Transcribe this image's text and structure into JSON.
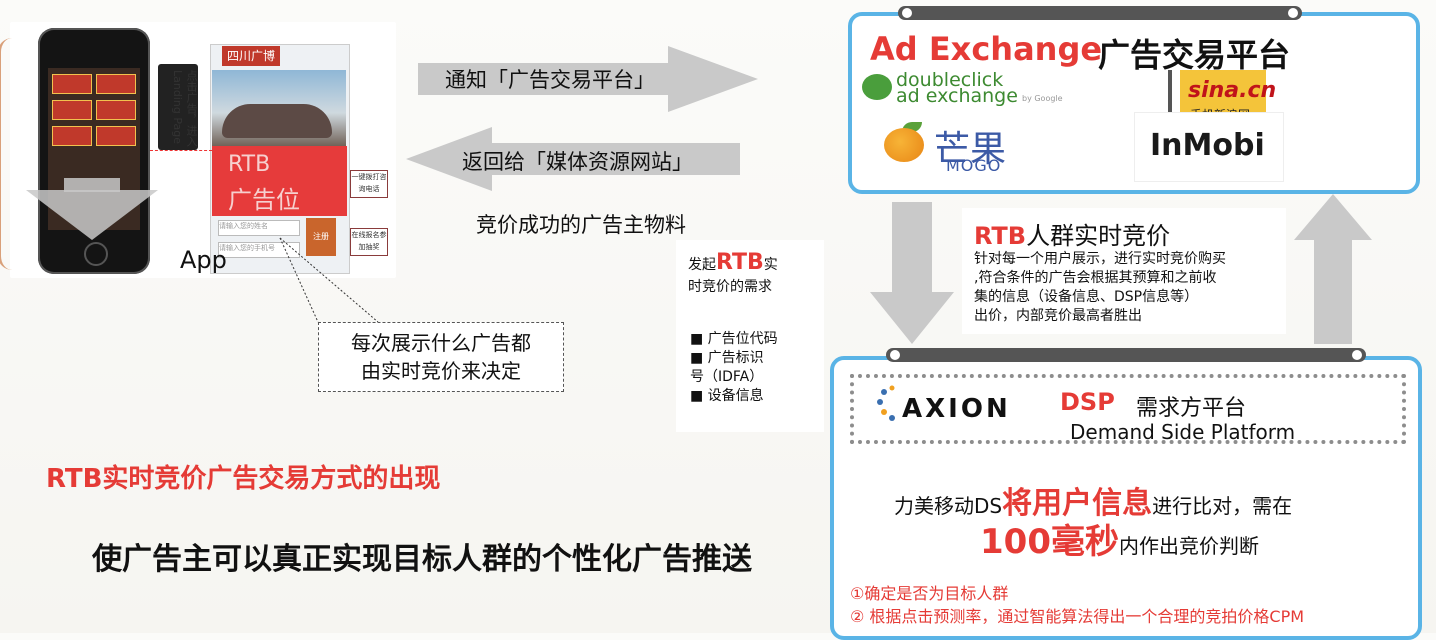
{
  "app_panel": {
    "rtb_label_1": "RTB",
    "rtb_label_2": "广告位",
    "app_label": "App",
    "ad_title": "四川广博",
    "sign_text": "点击广告，进入Landing Page",
    "form_placeholder_1": "请输入您的姓名",
    "form_placeholder_2": "请输入您的手机号",
    "submit_label": "注册",
    "side_card_1": "一键拨打咨询电话",
    "side_card_2": "在线报名参加抽奖"
  },
  "callout": {
    "line1": "每次展示什么广告都",
    "line2": "由实时竞价来决定"
  },
  "flow": {
    "notify": "通知「广告交易平台」",
    "return": "返回给「媒体资源网站」",
    "winning": "竞价成功的广告主物料"
  },
  "bid_request": {
    "prefix": "发起",
    "rtb": "RTB",
    "suffix_1": "实",
    "suffix_2": "时竞价的需求",
    "items": [
      "■ 广告位代码",
      "■ 广告标识",
      "号（IDFA）",
      "■ 设备信息"
    ]
  },
  "ad_exchange": {
    "title": "Ad Exchange",
    "title_cn": "广告交易平台",
    "doubleclick_1": "doubleclick",
    "doubleclick_2": "ad exchange",
    "doubleclick_by": "by Google",
    "mango_cn": "芒果",
    "mango_en": "MOGO",
    "sina": "sina.cn",
    "sina_sub": "手机新浪网",
    "inmobi": "InMobi"
  },
  "rtb_card": {
    "title_rtb": "RTB",
    "title_rest": "人群实时竞价",
    "text": [
      "针对每一个用户展示，进行实时竞价购买",
      ",符合条件的广告会根据其预算和之前收",
      "集的信息（设备信息、DSP信息等）",
      "出价，内部竞价最高者胜出"
    ]
  },
  "dsp": {
    "axion": "AXION",
    "title": "DSP",
    "title_cn": "需求方平台",
    "title_en": "Demand Side Platform",
    "line1_pre": "力美移动DS",
    "line1_big": "将用户信息",
    "line1_post": "进行比对，需在",
    "line2_big": "100毫秒",
    "line2_post": "内作出竞价判断",
    "note1": "①确定是否为目标人群",
    "note2": "② 根据点击预测率，通过智能算法得出一个合理的竞拍价格CPM"
  },
  "bottom": {
    "headline": "RTB实时竞价广告交易方式的出现",
    "subline": "使广告主可以真正实现目标人群的个性化广告推送"
  },
  "colors": {
    "accent_red": "#e53b36",
    "frame_blue": "#5ab4e6",
    "arrow_gray": "#c9c9c9"
  }
}
